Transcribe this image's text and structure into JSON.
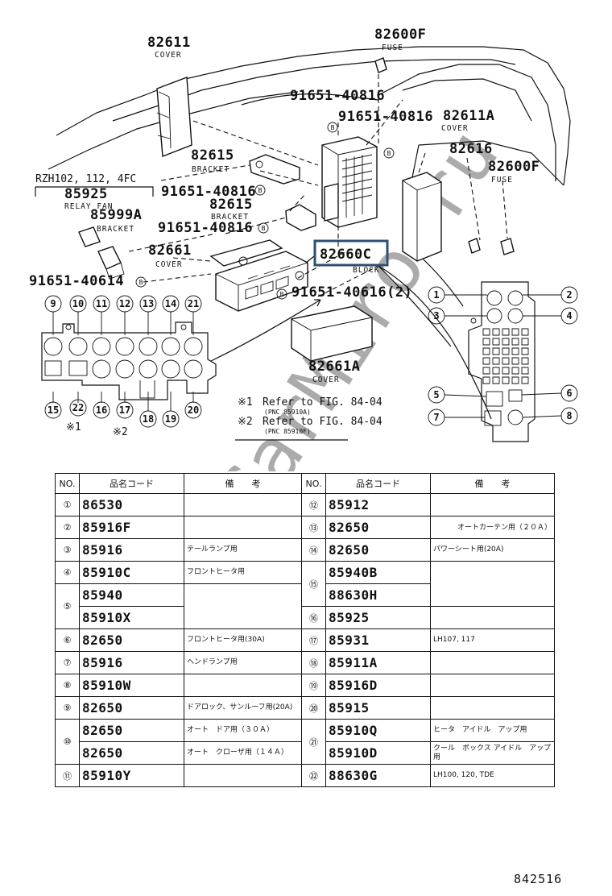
{
  "callouts": {
    "c82611": {
      "pn": "82611",
      "sub": "COVER"
    },
    "c82600F_top": {
      "pn": "82600F",
      "sub": "FUSE"
    },
    "c91651a": "91651-40816",
    "c91651b": "91651-40816",
    "c82611A": {
      "pn": "82611A",
      "sub": "COVER"
    },
    "c82616": "82616",
    "c82600F_right": {
      "pn": "82600F",
      "sub": "FUSE"
    },
    "c82615_top": {
      "pn": "82615",
      "sub": "BRACKET"
    },
    "model_note": "RZH102, 112, 4FC",
    "c85925": {
      "pn": "85925",
      "sub": "RELAY FAN"
    },
    "c91651c": "91651-40816",
    "c82615_mid": {
      "pn": "82615",
      "sub": "BRACKET"
    },
    "c85999A": {
      "pn": "85999A",
      "sub": "BRACKET"
    },
    "c91651d": "91651-40816",
    "c82661": {
      "pn": "82661",
      "sub": "COVER"
    },
    "c82660C": {
      "pn": "82660C",
      "sub": "BLOCK"
    },
    "c91651e": "91651-40614",
    "c91651f": "91651-40616(2)",
    "c82661A": {
      "pn": "82661A",
      "sub": "COVER"
    },
    "bolt_mark": "B"
  },
  "connector_left_top": [
    "9",
    "10",
    "11",
    "12",
    "13",
    "14",
    "21"
  ],
  "connector_left_bottom": [
    "15",
    "22",
    "16",
    "17",
    "18",
    "19",
    "20"
  ],
  "marks_left": {
    "m1": "※1",
    "m2": "※2"
  },
  "connector_right": [
    "1",
    "2",
    "3",
    "4",
    "5",
    "6",
    "7",
    "8"
  ],
  "refer_notes": [
    {
      "mark": "※1",
      "text": "Refer to FIG. 84-04",
      "pnc": "(PNC 85910A)"
    },
    {
      "mark": "※2",
      "text": "Refer to FIG. 84-04",
      "pnc": "(PNC 85910F)"
    }
  ],
  "table": {
    "headers": {
      "no": "NO.",
      "code": "品名コード",
      "remark": "備　　考"
    },
    "left": [
      {
        "no": "①",
        "codes": [
          "86530"
        ],
        "notes": [
          ""
        ]
      },
      {
        "no": "②",
        "codes": [
          "85916F"
        ],
        "notes": [
          ""
        ]
      },
      {
        "no": "③",
        "codes": [
          "85916"
        ],
        "notes": [
          "テールランプ用"
        ]
      },
      {
        "no": "④",
        "codes": [
          "85910C"
        ],
        "notes": [
          "フロントヒータ用"
        ]
      },
      {
        "no": "⑤",
        "codes": [
          "85940",
          "85910X"
        ],
        "notes": [
          "",
          ""
        ]
      },
      {
        "no": "⑥",
        "codes": [
          "82650"
        ],
        "notes": [
          "フロントヒータ用(30A)"
        ]
      },
      {
        "no": "⑦",
        "codes": [
          "85916"
        ],
        "notes": [
          "ヘンドランプ用"
        ]
      },
      {
        "no": "⑧",
        "codes": [
          "85910W"
        ],
        "notes": [
          ""
        ]
      },
      {
        "no": "⑨",
        "codes": [
          "82650"
        ],
        "notes": [
          "ドアロック、サンルーフ用(20A)"
        ]
      },
      {
        "no": "⑩",
        "codes": [
          "82650",
          "82650"
        ],
        "notes": [
          "オート　ドア用（３０Ａ）",
          "オート　クローザ用（１４Ａ）"
        ]
      },
      {
        "no": "⑪",
        "codes": [
          "85910Y"
        ],
        "notes": [
          ""
        ]
      }
    ],
    "right": [
      {
        "no": "⑫",
        "code": "85912",
        "note": ""
      },
      {
        "no": "⑬",
        "code": "82650",
        "note": "オートカーテン用（２０Ａ）"
      },
      {
        "no": "⑭",
        "code": "82650",
        "note": "パワーシート用(20A)"
      },
      {
        "no": "⑮",
        "code": "85940B",
        "note": ""
      },
      {
        "no": "",
        "code": "88630H",
        "note": ""
      },
      {
        "no": "⑯",
        "code": "85925",
        "note": ""
      },
      {
        "no": "⑰",
        "code": "85931",
        "note": "LH107, 117"
      },
      {
        "no": "⑱",
        "code": "85911A",
        "note": ""
      },
      {
        "no": "⑲",
        "code": "85916D",
        "note": ""
      },
      {
        "no": "⑳",
        "code": "85915",
        "note": ""
      },
      {
        "no": "㉑",
        "code": "85910Q",
        "note": "ヒータ　アイドル　アップ用"
      },
      {
        "no": "",
        "code": "85910D",
        "note": "クール　ボックス アイドル　アップ用"
      },
      {
        "no": "㉒",
        "code": "88630G",
        "note": "LH100, 120, TDE"
      }
    ]
  },
  "page_code": "842516",
  "watermark": "ToyotaCarMiro.ru"
}
